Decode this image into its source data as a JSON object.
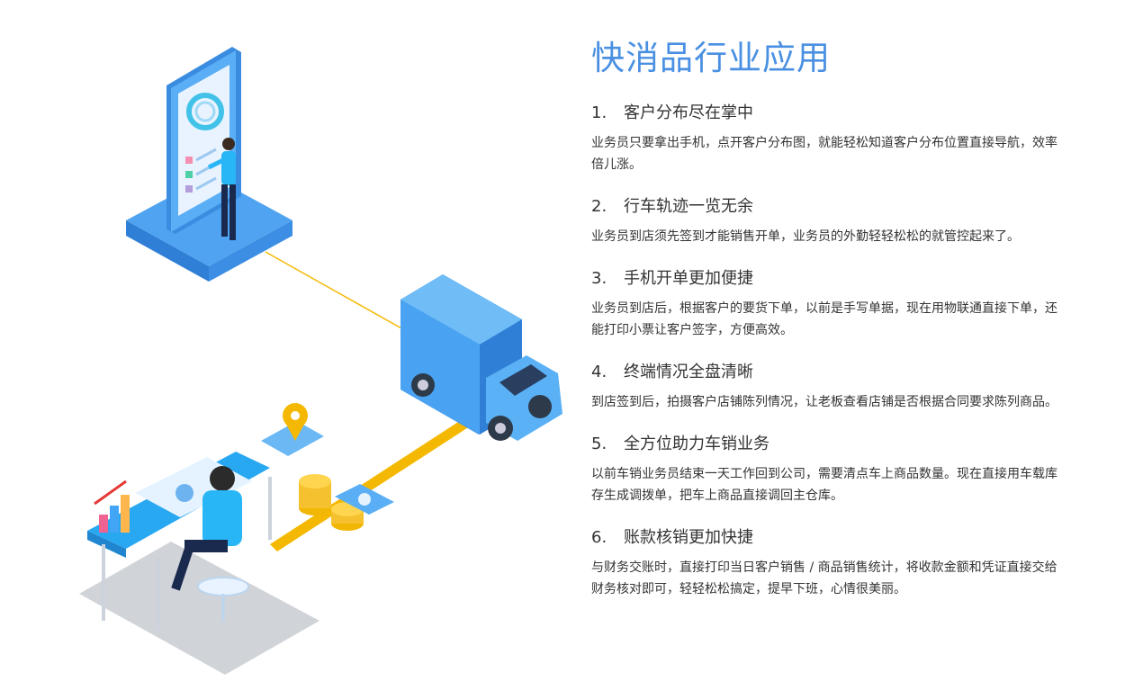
{
  "page": {
    "title": "快消品行业应用",
    "accent_color": "#4a90e2",
    "items": [
      {
        "number": "1.",
        "heading": "客户分布尽在掌中",
        "desc": "业务员只要拿出手机，点开客户分布图，就能轻松知道客户分布位置直接导航，效率倍儿涨。"
      },
      {
        "number": "2.",
        "heading": "行车轨迹一览无余",
        "desc": "业务员到店须先签到才能销售开单，业务员的外勤轻轻松松的就管控起来了。"
      },
      {
        "number": "3.",
        "heading": "手机开单更加便捷",
        "desc": "业务员到店后，根据客户的要货下单，以前是手写单据，现在用物联通直接下单，还能打印小票让客户签字，方便高效。"
      },
      {
        "number": "4.",
        "heading": "终端情况全盘清晰",
        "desc": "到店签到后，拍摄客户店铺陈列情况，让老板查看店铺是否根据合同要求陈列商品。"
      },
      {
        "number": "5.",
        "heading": "全方位助力车销业务",
        "desc": "以前车销业务员结束一天工作回到公司，需要清点车上商品数量。现在直接用车载库存生成调拨单，把车上商品直接调回主仓库。"
      },
      {
        "number": "6.",
        "heading": "账款核销更加快捷",
        "desc": "与财务交账时，直接打印当日客户销售 / 商品销售统计，将收款金额和凭证直接交给财务核对即可，轻轻松松搞定，提早下班，心情很美丽。"
      }
    ]
  }
}
